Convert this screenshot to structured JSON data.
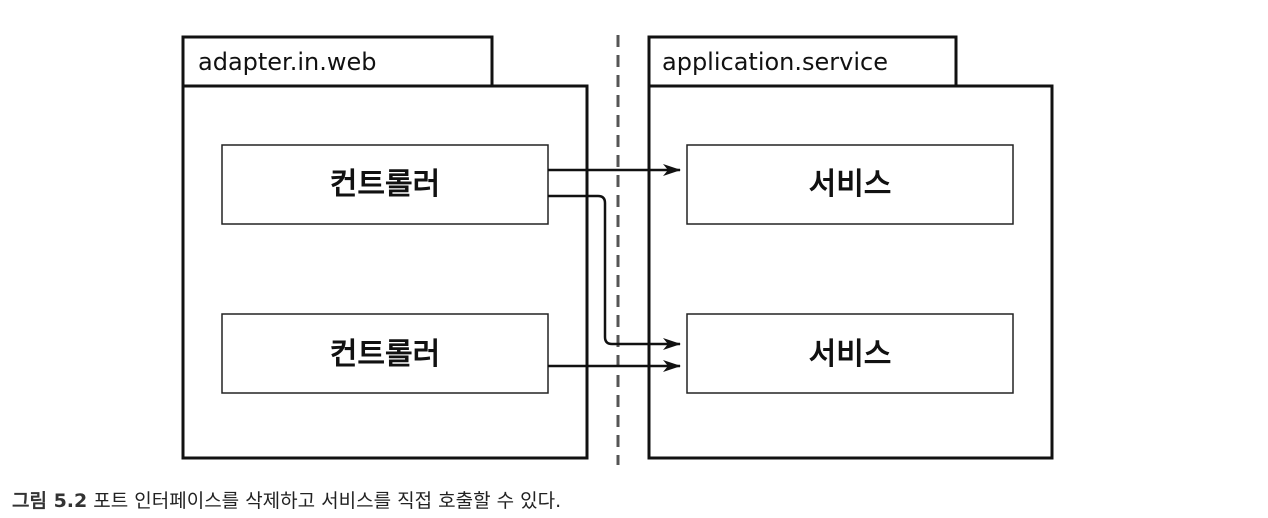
{
  "packages": {
    "left": {
      "name": "adapter.in.web"
    },
    "right": {
      "name": "application.service"
    }
  },
  "controllers": [
    {
      "label": "컨트롤러"
    },
    {
      "label": "컨트롤러"
    }
  ],
  "services": [
    {
      "label": "서비스"
    },
    {
      "label": "서비스"
    }
  ],
  "caption": {
    "label": "그림 5.2",
    "text": " 포트 인터페이스를 삭제하고 서비스를 직접 호출할 수 있다."
  }
}
